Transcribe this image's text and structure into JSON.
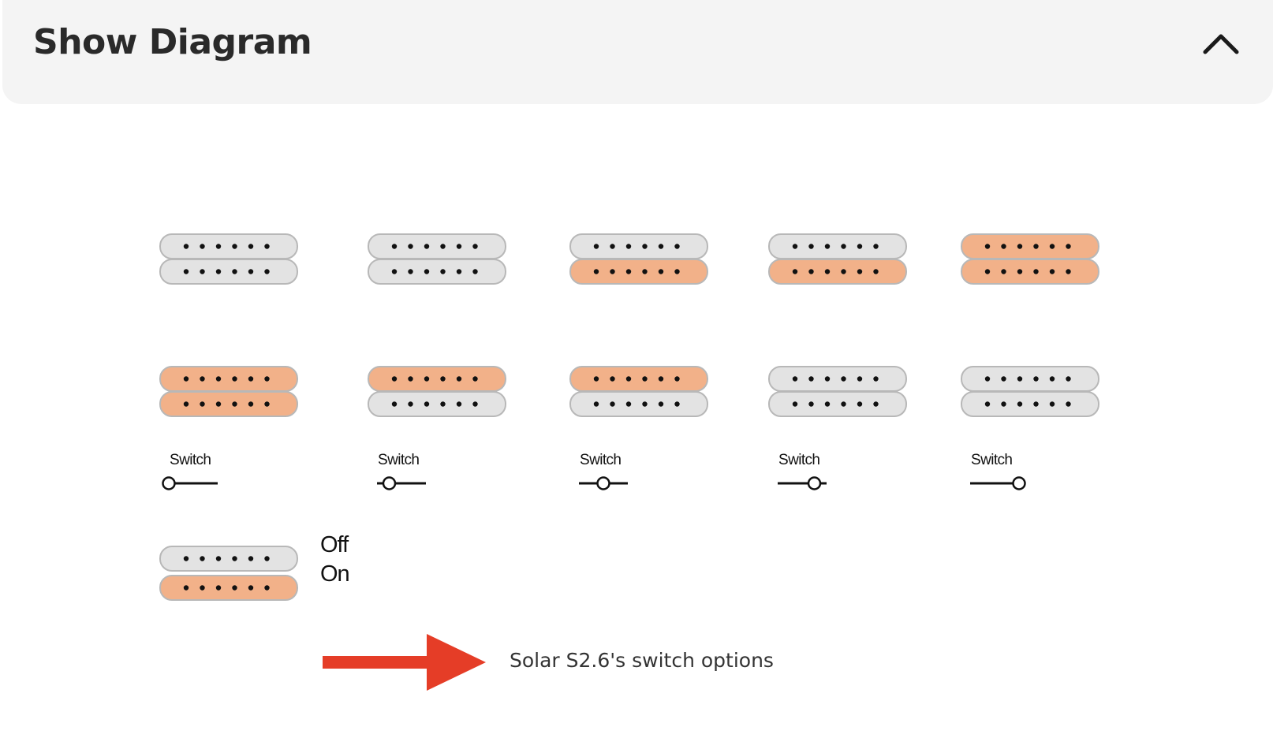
{
  "header": {
    "title": "Show Diagram",
    "toggle_icon": "chevron-up-icon"
  },
  "colors": {
    "off": "#e3e3e3",
    "on": "#f2b189",
    "arrow": "#e53d27",
    "header_bg": "#f4f4f4"
  },
  "positions": [
    {
      "switch_label": "Switch",
      "knob": 0.0,
      "top_row": [
        "off",
        "off"
      ],
      "bottom_row": [
        "on",
        "on"
      ]
    },
    {
      "switch_label": "Switch",
      "knob": 0.25,
      "top_row": [
        "off",
        "off"
      ],
      "bottom_row": [
        "on",
        "off"
      ]
    },
    {
      "switch_label": "Switch",
      "knob": 0.5,
      "top_row": [
        "off",
        "on"
      ],
      "bottom_row": [
        "on",
        "off"
      ]
    },
    {
      "switch_label": "Switch",
      "knob": 0.75,
      "top_row": [
        "off",
        "on"
      ],
      "bottom_row": [
        "off",
        "off"
      ]
    },
    {
      "switch_label": "Switch",
      "knob": 1.0,
      "top_row": [
        "on",
        "on"
      ],
      "bottom_row": [
        "off",
        "off"
      ]
    }
  ],
  "legend": {
    "off_label": "Off",
    "on_label": "On"
  },
  "caption": "Solar S2.6's switch options",
  "arrow_icon": "arrow-right-icon"
}
